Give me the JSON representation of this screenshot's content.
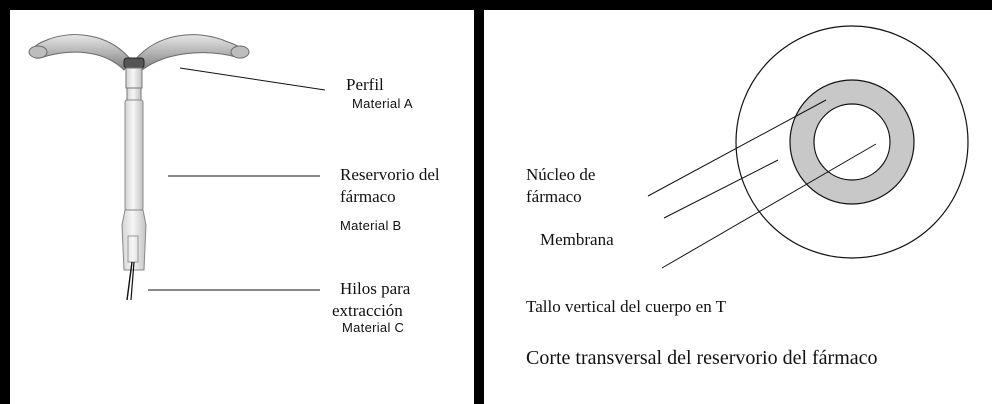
{
  "left_panel": {
    "labels": {
      "perfil": "Perfil",
      "material_a": "Material A",
      "reservorio_1": "Reservorio del",
      "reservorio_2": "fármaco",
      "material_b": "Material B",
      "hilos_1": "Hilos para",
      "hilos_2": "extracción",
      "material_c": "Material C"
    }
  },
  "right_panel": {
    "labels": {
      "nucleo_1": "Núcleo de",
      "nucleo_2": "fármaco",
      "membrana": "Membrana",
      "tallo": "Tallo vertical del cuerpo en T"
    },
    "caption": "Corte transversal del reservorio del fármaco",
    "colors": {
      "membrane_ring": "#c8c8c8",
      "outline": "#111111"
    }
  }
}
